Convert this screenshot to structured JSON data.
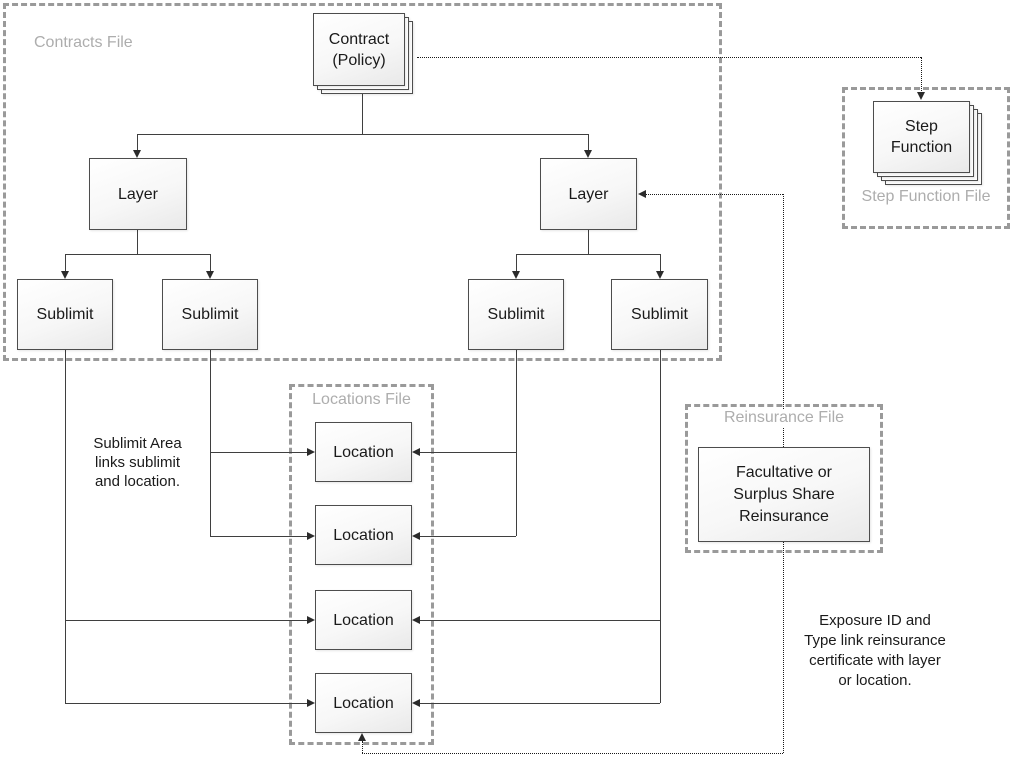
{
  "containers": {
    "contracts": "Contracts File",
    "step_function": "Step Function File",
    "locations": "Locations File",
    "reinsurance": "Reinsurance File"
  },
  "nodes": {
    "contract": "Contract\n(Policy)",
    "layer_left": "Layer",
    "layer_right": "Layer",
    "sublimit_1": "Sublimit",
    "sublimit_2": "Sublimit",
    "sublimit_3": "Sublimit",
    "sublimit_4": "Sublimit",
    "location_1": "Location",
    "location_2": "Location",
    "location_3": "Location",
    "location_4": "Location",
    "step_function": "Step\nFunction",
    "facultative": "Facultative or\nSurplus Share\nReinsurance"
  },
  "annotations": {
    "sublimit_area": "Sublimit Area\nlinks sublimit\nand location.",
    "exposure": "Exposure ID and\nType link reinsurance\ncertificate with layer\nor location."
  },
  "colors": {
    "container_border": "#9a9a9a",
    "container_label": "#adadad",
    "node_border": "#4d4d4d",
    "node_fill": "#f0f0f0",
    "connector_solid": "#3f3f3f",
    "connector_dotted": "#1a1a1a",
    "text": "#1a1a1a",
    "background": "#ffffff"
  }
}
